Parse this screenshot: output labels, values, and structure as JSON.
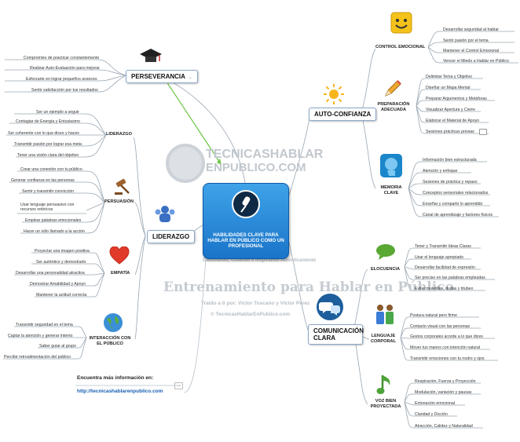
{
  "center": {
    "title": "HABILIDADES CLAVE PARA HABLAR EN PÚBLICO COMO UN PROFESIONAL"
  },
  "watermark": {
    "logo_line1": "TECNICASHABLAR",
    "logo_line2": "ENPUBLICO.COM",
    "tagline": "Cautivando, Guiando e Inspirando Auténticamente",
    "headline": "Entrenamiento para Hablar en Público",
    "credit": "Traído a ti por: Víctor Toscano y Víctor Pérez",
    "site": "© TecnicasHablarEnPublico.com"
  },
  "perseverancia": {
    "label": "PERSEVERANCIA",
    "items": [
      "Compromiso de practicar constantemente",
      "Realizar Auto-Evaluación para mejorar",
      "Esforzarte en lograr pequeños avances",
      "Sentir satisfacción por tus resultados"
    ]
  },
  "liderazgo": {
    "label": "LIDERAZGO",
    "groups": [
      {
        "label": "LIDERAZGO",
        "items": [
          "Ser un ejemplo a seguir",
          "Contagiar de Energía y Entusiasmo",
          "Ser coherente con lo que dices y haces",
          "Transmitir pasión por lograr esa meta",
          "Tener una visión clara del objetivo"
        ]
      },
      {
        "label": "PERSUASIÓN",
        "items": [
          "Crear una conexión con tu público",
          "Generar confianza en las personas",
          "Sentir y transmitir convicción",
          "Usar lenguaje persuasivo con recursos retóricos",
          "Emplear palabras emocionales",
          "Hacer un sólo llamado a la acción"
        ]
      },
      {
        "label": "EMPATÍA",
        "items": [
          "Proyectar una imagen positiva",
          "Ser auténtico y demostrarlo",
          "Desarrollar una personalidad atractiva",
          "Demostrar Amabilidad y Apoyo",
          "Mantener la actitud correcta"
        ]
      },
      {
        "label": "INTERACCIÓN CON EL PÚBLICO",
        "items": [
          "Transmitir seguridad en el tema",
          "Captar la atención y generar interés",
          "Saber guiar al grupo",
          "Percibir retroalimentación del público"
        ]
      }
    ]
  },
  "autoconfianza": {
    "label": "AUTO-CONFIANZA",
    "groups": [
      {
        "label": "CONTROL EMOCIONAL",
        "items": [
          "Desarrollar seguridad al hablar",
          "Sentir pasión por el tema",
          "Mantener el Control Emocional",
          "Vencer el Miedo a Hablar en Público"
        ]
      },
      {
        "label": "PREPARACIÓN ADECUADA",
        "items": [
          "Delimitar Tema y Objetivo",
          "Diseñar un Mapa Mental",
          "Preparar Argumentos y Metáforas",
          "Visualizar Apertura y Cierre",
          "Elaborar el Material de Apoyo",
          "Sesiones prácticas previas"
        ]
      },
      {
        "label": "MEMORIA CLAVE",
        "items": [
          "Información bien estructurada",
          "Atención y enfoque",
          "Sesiones de práctica y repaso",
          "Conceptos sensoriales relacionados",
          "Enseñar y compartir lo aprendido",
          "Canal de aprendizaje y factores físicos"
        ]
      }
    ]
  },
  "comunicacion": {
    "label": "COMUNICACIÓN CLARA",
    "groups": [
      {
        "label": "ELOCUENCIA",
        "items": [
          "Tener y Transmitir Ideas Claras",
          "Usar el lenguaje apropiado",
          "Desarrollar facilidad de expresión",
          "Ser preciso en las palabras empleadas",
          "Evitar muletillas, dudas y titubeo"
        ]
      },
      {
        "label": "LENGUAJE CORPORAL",
        "items": [
          "Postura natural pero firme",
          "Contacto visual con las personas",
          "Gestos corporales acorde a lo que dices",
          "Mover tus manos con intención natural",
          "Transmitir emociones con tu rostro y ojos"
        ]
      },
      {
        "label": "VOZ BIEN PROYECTADA",
        "items": [
          "Respiración, Fuerza y Proyección",
          "Modulación, variación y pausas",
          "Entonación emocional",
          "Claridad y Dicción",
          "Atracción, Calidez y Naturalidad"
        ]
      }
    ]
  },
  "info": {
    "line1": "Encuentra más información en:",
    "link": "http://tecnicashablarenpublico.com"
  },
  "colors": {
    "center_top": "#3fa3e8",
    "center_bottom": "#1a74c9",
    "link_line": "#9aa7b3",
    "green_arrow": "#6cc644"
  }
}
